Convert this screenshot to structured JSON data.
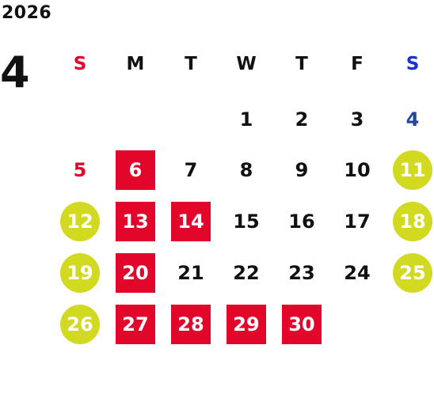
{
  "year": "2026",
  "month": "4",
  "colors": {
    "sunday": "#e3062b",
    "saturday_header": "#1a2fd6",
    "saturday_day": "#24459a",
    "text": "#111111",
    "holiday_square": "#e3062b",
    "holiday_circle": "#d2d921"
  },
  "weekdays": [
    {
      "label": "S",
      "type": "sun"
    },
    {
      "label": "M",
      "type": "wk"
    },
    {
      "label": "T",
      "type": "wk"
    },
    {
      "label": "W",
      "type": "wk"
    },
    {
      "label": "T",
      "type": "wk"
    },
    {
      "label": "F",
      "type": "wk"
    },
    {
      "label": "S",
      "type": "sat"
    }
  ],
  "days": [
    {
      "label": "1",
      "style": "plain"
    },
    {
      "label": "2",
      "style": "plain"
    },
    {
      "label": "3",
      "style": "plain"
    },
    {
      "label": "4",
      "style": "sat"
    },
    {
      "label": "5",
      "style": "sun"
    },
    {
      "label": "6",
      "style": "square"
    },
    {
      "label": "7",
      "style": "plain"
    },
    {
      "label": "8",
      "style": "plain"
    },
    {
      "label": "9",
      "style": "plain"
    },
    {
      "label": "10",
      "style": "plain"
    },
    {
      "label": "11",
      "style": "circle"
    },
    {
      "label": "12",
      "style": "circle"
    },
    {
      "label": "13",
      "style": "square"
    },
    {
      "label": "14",
      "style": "square"
    },
    {
      "label": "15",
      "style": "plain"
    },
    {
      "label": "16",
      "style": "plain"
    },
    {
      "label": "17",
      "style": "plain"
    },
    {
      "label": "18",
      "style": "circle"
    },
    {
      "label": "19",
      "style": "circle"
    },
    {
      "label": "20",
      "style": "square"
    },
    {
      "label": "21",
      "style": "plain"
    },
    {
      "label": "22",
      "style": "plain"
    },
    {
      "label": "23",
      "style": "plain"
    },
    {
      "label": "24",
      "style": "plain"
    },
    {
      "label": "25",
      "style": "circle"
    },
    {
      "label": "26",
      "style": "circle"
    },
    {
      "label": "27",
      "style": "square"
    },
    {
      "label": "28",
      "style": "square"
    },
    {
      "label": "29",
      "style": "square"
    },
    {
      "label": "30",
      "style": "square"
    }
  ],
  "first_weekday_index": 3
}
